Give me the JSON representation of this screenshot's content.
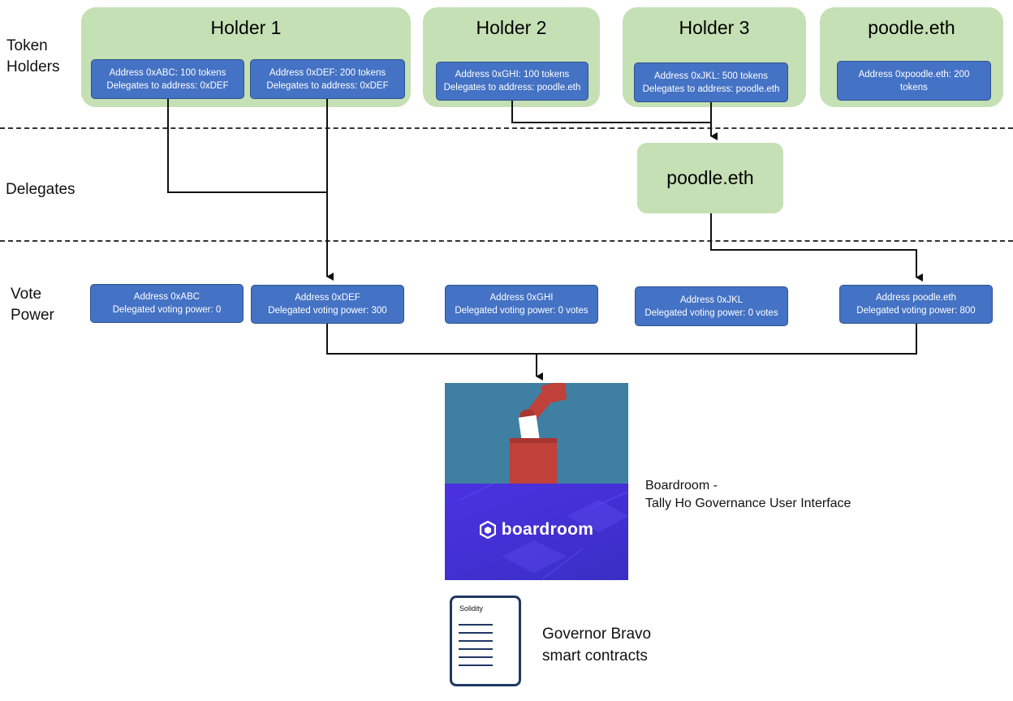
{
  "rows": {
    "token_holders": [
      "Token",
      "Holders"
    ],
    "delegates": "Delegates",
    "vote_power": [
      "Vote",
      "Power"
    ]
  },
  "holders": [
    {
      "title": "Holder 1",
      "addresses": [
        {
          "line1": "Address 0xABC: 100 tokens",
          "line2": "Delegates to address: 0xDEF"
        },
        {
          "line1": "Address 0xDEF: 200 tokens",
          "line2": "Delegates to address: 0xDEF"
        }
      ]
    },
    {
      "title": "Holder 2",
      "addresses": [
        {
          "line1": "Address 0xGHI: 100 tokens",
          "line2": "Delegates to address: poodle.eth"
        }
      ]
    },
    {
      "title": "Holder 3",
      "addresses": [
        {
          "line1": "Address 0xJKL: 500 tokens",
          "line2": "Delegates to address: poodle.eth"
        }
      ]
    },
    {
      "title": "poodle.eth",
      "addresses": [
        {
          "line1": "Address 0xpoodle.eth: 200",
          "line2": "tokens"
        }
      ]
    }
  ],
  "delegate": {
    "title": "poodle.eth"
  },
  "vote_power": [
    {
      "line1": "Address 0xABC",
      "line2": "Delegated voting power: 0"
    },
    {
      "line1": "Address 0xDEF",
      "line2": "Delegated voting power: 300"
    },
    {
      "line1": "Address 0xGHI",
      "line2": "Delegated voting power: 0 votes"
    },
    {
      "line1": "Address 0xJKL",
      "line2": "Delegated voting power: 0 votes"
    },
    {
      "line1": "Address poodle.eth",
      "line2": "Delegated voting power: 800"
    }
  ],
  "boardroom": {
    "brand": "boardroom",
    "caption_line1": "Boardroom -",
    "caption_line2": "Tally Ho Governance User Interface"
  },
  "contracts": {
    "doc_label": "Solidity",
    "caption_line1": "Governor Bravo",
    "caption_line2": "smart contracts"
  },
  "colors": {
    "holder_fill": "#c5e0b4",
    "address_fill": "#4472c4",
    "ballot_bg": "#3f7fa1",
    "ballot_box": "#c0403a",
    "brand_bg": "#4230d2"
  }
}
